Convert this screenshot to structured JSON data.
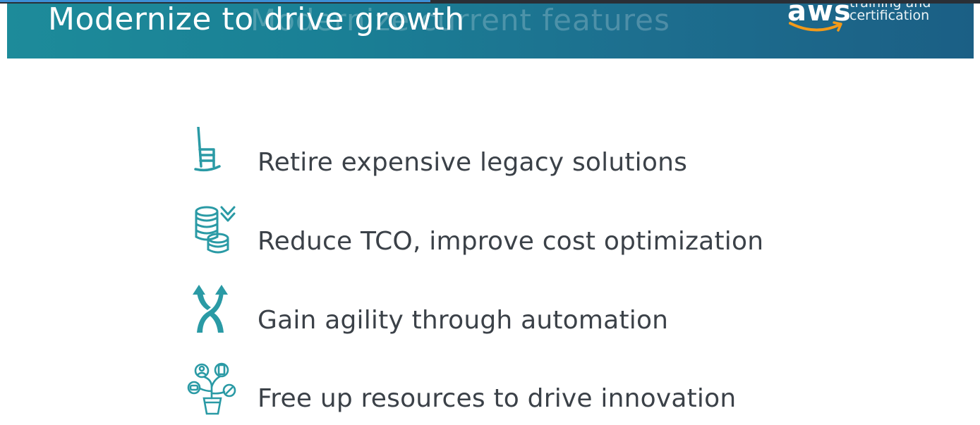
{
  "header": {
    "title": "Modernize to drive growth",
    "ghost_text": "Modernize current features",
    "brand": {
      "wordmark": "aws",
      "tagline_line1": "training and",
      "tagline_line2": "certification"
    }
  },
  "items": [
    {
      "icon": "rocking-chair-icon",
      "label": "Retire expensive legacy solutions"
    },
    {
      "icon": "coins-down-icon",
      "label": "Reduce TCO, improve cost optimization"
    },
    {
      "icon": "crossing-arrows-icon",
      "label": "Gain agility through automation"
    },
    {
      "icon": "plant-resources-icon",
      "label": "Free up resources to drive innovation"
    }
  ],
  "colors": {
    "header_teal": "#1d8b9a",
    "header_blue": "#1b5f85",
    "icon_teal": "#2a9aa5",
    "text_gray": "#3b4148",
    "aws_orange": "#f29a1a"
  }
}
